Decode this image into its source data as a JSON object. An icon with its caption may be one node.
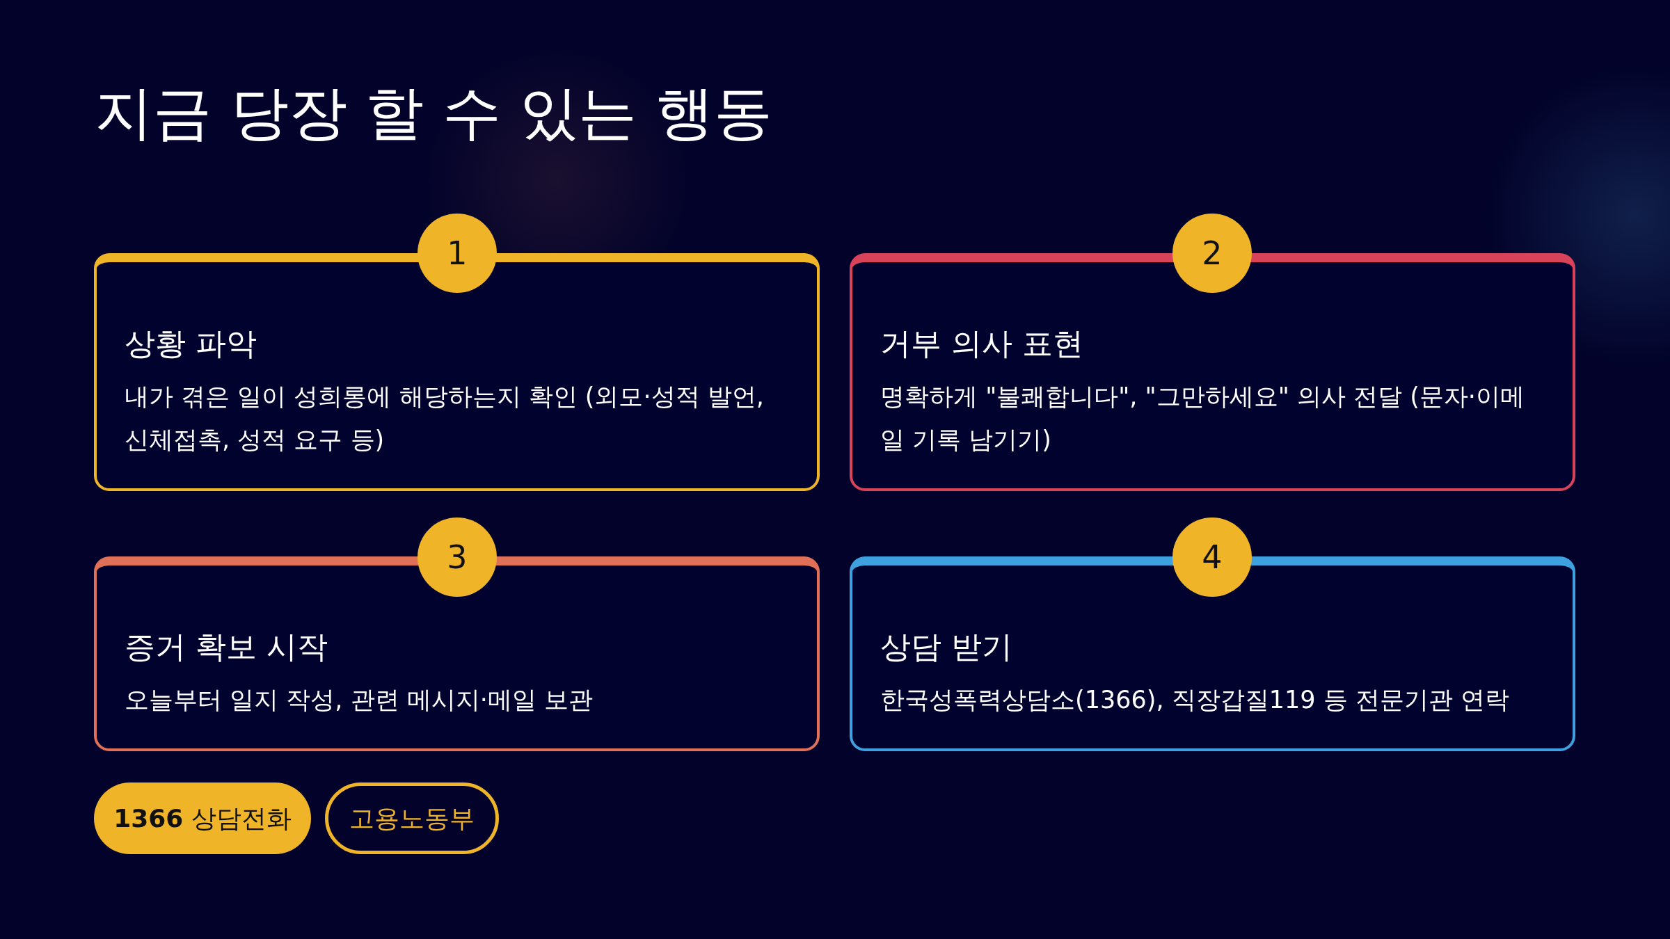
{
  "diagram": {
    "title": "지금 당장 할 수 있는 행동",
    "nodes": [
      {
        "text": [
          "1"
        ]
      },
      {
        "text": [
          "상황 파악",
          "내가 겪은 일이 성희롱에 해당하는지 확인 (외모·성적 발언, 신체접촉, 성적 요구 등)"
        ]
      },
      {
        "text": [
          "2"
        ]
      },
      {
        "text": [
          "거부 의사 표현",
          "명확하게 \"불쾌합니다\", \"그만하세요\" 의사 전달 (문자·이메일 기록 남기기)"
        ]
      },
      {
        "text": [
          "3"
        ]
      },
      {
        "text": [
          "증거 확보 시작",
          "오늘부터 일지 작성, 관련 메시지·메일 보관"
        ]
      },
      {
        "text": [
          "4"
        ]
      },
      {
        "text": [
          "상담 받기",
          "한국성폭력상담소(1366), 직장갑질119 등 전문기관 연락"
        ]
      },
      {
        "text": [
          "**1366** 상담전화"
        ]
      },
      {
        "text": [
          "고용노동부"
        ]
      }
    ],
    "edges": []
  }
}
